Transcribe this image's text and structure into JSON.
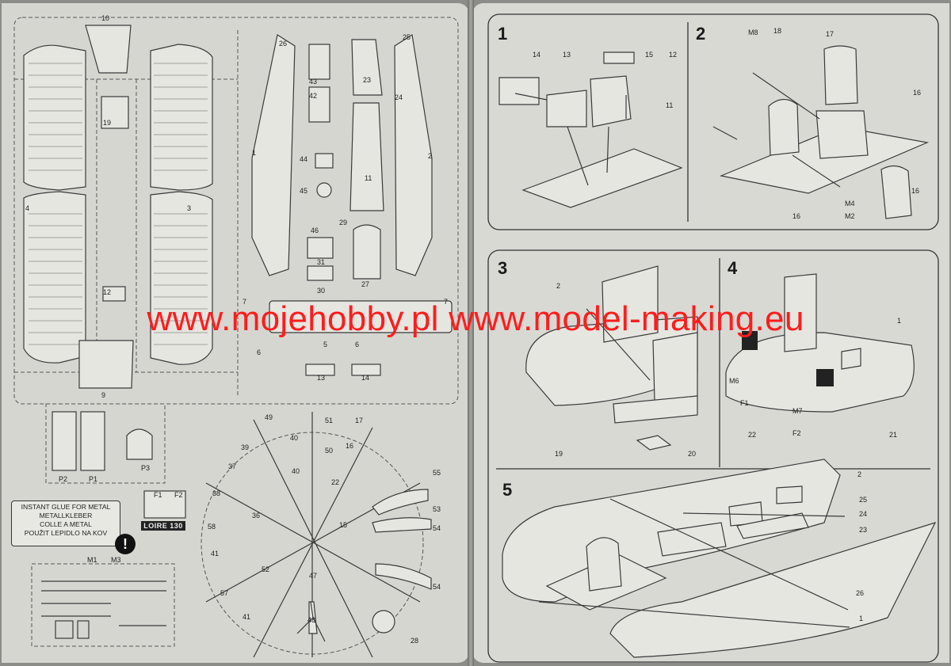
{
  "watermark": "www.mojehobby.pl www.model-making.eu",
  "glue_warning": {
    "lines": [
      "INSTANT GLUE FOR METAL",
      "METALLKLEBER",
      "COLLE A METAL",
      "POUŽIT LEPIDLO NA KOV"
    ],
    "icon": "exclamation-icon",
    "symbol": "!"
  },
  "decal_label": "LOIRE 130",
  "fret_refs": {
    "p2": "P2",
    "p1": "P1",
    "p3": "P3",
    "m1": "M1",
    "m3": "M3",
    "f1": "F1",
    "f2": "F2"
  },
  "steps": {
    "s1": {
      "label": "1",
      "parts": [
        "14",
        "13",
        "15",
        "12",
        "11"
      ]
    },
    "s2": {
      "label": "2",
      "parts": [
        "M8",
        "18",
        "17",
        "16",
        "16",
        "M4",
        "M2",
        "16"
      ]
    },
    "s3": {
      "label": "3",
      "parts": [
        "2",
        "19",
        "20"
      ]
    },
    "s4": {
      "label": "4",
      "parts": [
        "1",
        "M6",
        "F1",
        "M7",
        "F2",
        "22",
        "21"
      ]
    },
    "s5": {
      "label": "5",
      "parts": [
        "2",
        "25",
        "24",
        "23",
        "26",
        "1"
      ]
    }
  },
  "sprue_numbers": [
    "10",
    "25",
    "26",
    "43",
    "42",
    "23",
    "24",
    "19",
    "1",
    "2",
    "44",
    "11",
    "45",
    "3",
    "4",
    "46",
    "29",
    "31",
    "27",
    "30",
    "12",
    "5",
    "6",
    "6",
    "7",
    "7",
    "13",
    "14",
    "9",
    "49",
    "51",
    "17",
    "40",
    "50",
    "16",
    "39",
    "55",
    "37",
    "40",
    "22",
    "38",
    "53",
    "36",
    "54",
    "15",
    "58",
    "47",
    "41",
    "52",
    "54",
    "57",
    "41",
    "48",
    "28"
  ]
}
